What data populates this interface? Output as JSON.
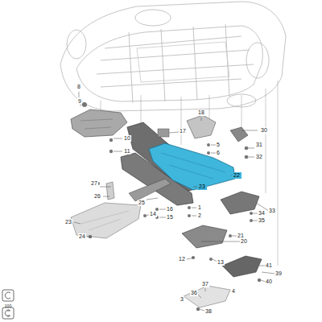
{
  "diagram": {
    "labels": [
      "8",
      "9",
      "10",
      "11",
      "17",
      "18",
      "5",
      "6",
      "31",
      "30",
      "32",
      "22",
      "23",
      "27",
      "26",
      "25",
      "16",
      "15",
      "1",
      "2",
      "33",
      "34",
      "35",
      "23",
      "24",
      "14",
      "21",
      "20",
      "12",
      "13",
      "41",
      "39",
      "40",
      "37",
      "36",
      "38",
      "3",
      "4",
      "100"
    ]
  }
}
